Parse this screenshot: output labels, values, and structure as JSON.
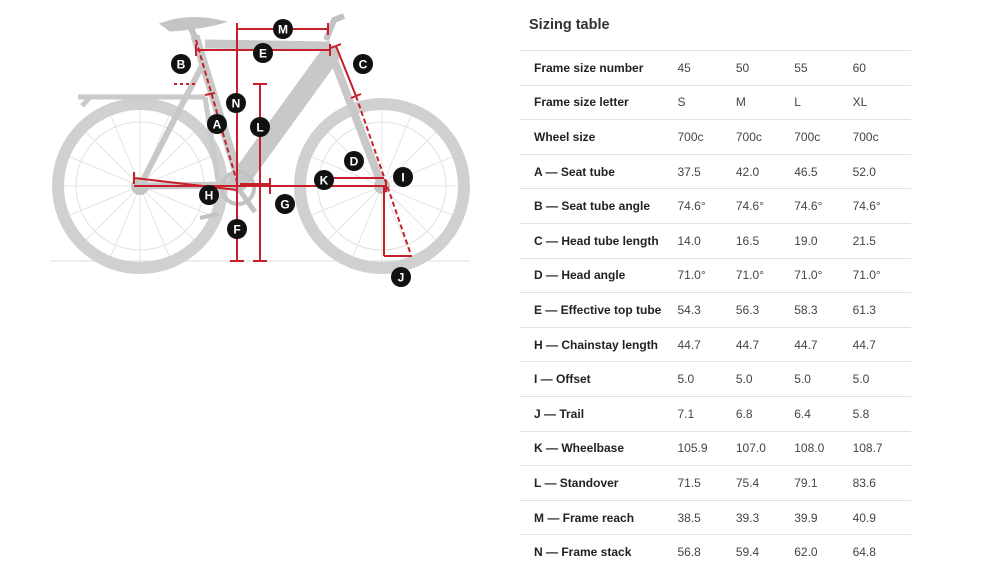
{
  "markers": {
    "a": "A",
    "b": "B",
    "c": "C",
    "d": "D",
    "e": "E",
    "f": "F",
    "g": "G",
    "h": "H",
    "i": "I",
    "j": "J",
    "k": "K",
    "l": "L",
    "m": "M",
    "n": "N"
  },
  "colors": {
    "accent": "#c8202a",
    "marker_fill": "#111111",
    "bike": "#d0d0d0",
    "bike_dark": "#bdbdbd"
  },
  "sizing": {
    "title": "Sizing table",
    "rows": [
      {
        "label": "Frame size number",
        "values": [
          "45",
          "50",
          "55",
          "60"
        ]
      },
      {
        "label": "Frame size letter",
        "values": [
          "S",
          "M",
          "L",
          "XL"
        ]
      },
      {
        "label": "Wheel size",
        "values": [
          "700c",
          "700c",
          "700c",
          "700c"
        ]
      },
      {
        "label": "A — Seat tube",
        "values": [
          "37.5",
          "42.0",
          "46.5",
          "52.0"
        ]
      },
      {
        "label": "B — Seat tube angle",
        "values": [
          "74.6°",
          "74.6°",
          "74.6°",
          "74.6°"
        ]
      },
      {
        "label": "C — Head tube length",
        "values": [
          "14.0",
          "16.5",
          "19.0",
          "21.5"
        ]
      },
      {
        "label": "D — Head angle",
        "values": [
          "71.0°",
          "71.0°",
          "71.0°",
          "71.0°"
        ]
      },
      {
        "label": "E — Effective top tube",
        "values": [
          "54.3",
          "56.3",
          "58.3",
          "61.3"
        ]
      },
      {
        "label": "H — Chainstay length",
        "values": [
          "44.7",
          "44.7",
          "44.7",
          "44.7"
        ]
      },
      {
        "label": "I — Offset",
        "values": [
          "5.0",
          "5.0",
          "5.0",
          "5.0"
        ]
      },
      {
        "label": "J — Trail",
        "values": [
          "7.1",
          "6.8",
          "6.4",
          "5.8"
        ]
      },
      {
        "label": "K — Wheelbase",
        "values": [
          "105.9",
          "107.0",
          "108.0",
          "108.7"
        ]
      },
      {
        "label": "L — Standover",
        "values": [
          "71.5",
          "75.4",
          "79.1",
          "83.6"
        ]
      },
      {
        "label": "M — Frame reach",
        "values": [
          "38.5",
          "39.3",
          "39.9",
          "40.9"
        ]
      },
      {
        "label": "N — Frame stack",
        "values": [
          "56.8",
          "59.4",
          "62.0",
          "64.8"
        ]
      }
    ]
  }
}
